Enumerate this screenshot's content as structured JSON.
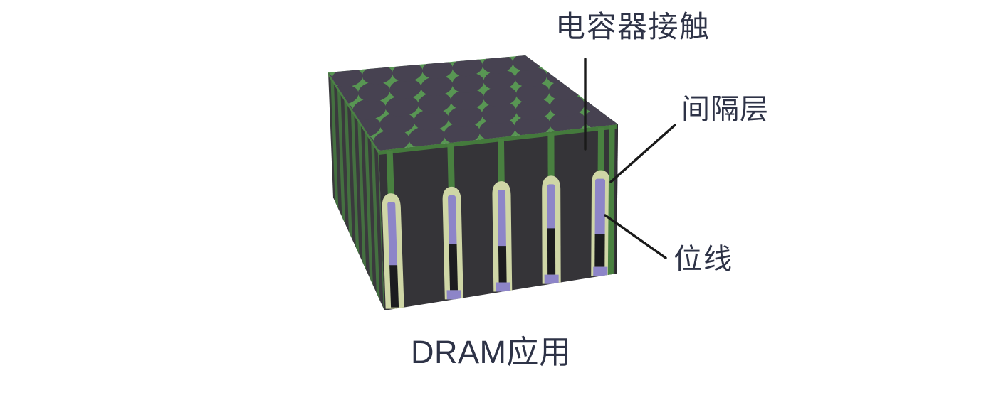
{
  "figure": {
    "type": "3d-structure-illustration",
    "labels": {
      "capacitor_contact": "电容器接触",
      "spacer_layer": "间隔层",
      "bit_line": "位线"
    },
    "caption": "DRAM应用",
    "colors": {
      "background": "#ffffff",
      "label_text": "#2e3347",
      "leader_line": "#1a1a1a",
      "top_green": "#589653",
      "contact_circle": "#474251",
      "left_face": "#3a393d",
      "left_stripe": "#447040",
      "left_rim": "#4a8244",
      "front_face": "#353438",
      "front_band": "#447a3c",
      "front_stripe": "#498040",
      "spacer_cream": "#cfd6a6",
      "bitline_purple": "#8d85c8",
      "inner_dark": "#1c1c1f",
      "edge_dark": "#2b2a2e"
    }
  }
}
